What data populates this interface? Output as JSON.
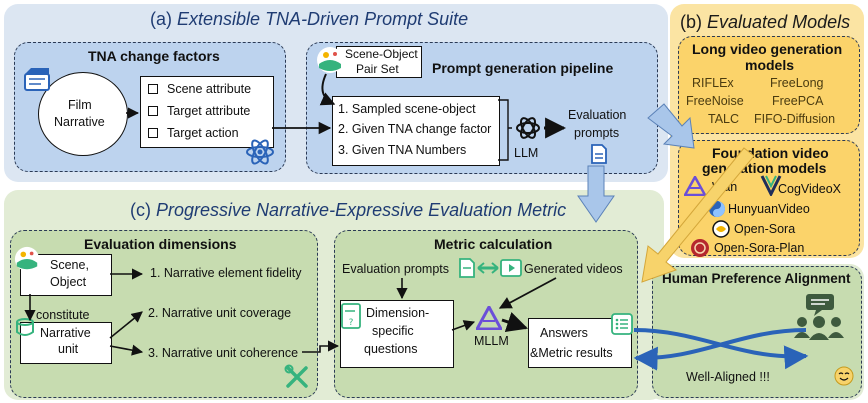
{
  "section_a": {
    "title_prefix": "(a)",
    "title": "Extensible TNA-Driven Prompt Suite",
    "tna_box": {
      "title": "TNA change factors",
      "source_line1": "Film",
      "source_line2": "Narrative",
      "factors": [
        "Scene attribute",
        "Target attribute",
        "Target action"
      ]
    },
    "pipeline_box": {
      "title": "Prompt generation pipeline",
      "pair_set_line1": "Scene-Object",
      "pair_set_line2": "Pair Set",
      "steps": [
        "1. Sampled scene-object",
        "2. Given TNA change factor",
        "3. Given TNA Numbers"
      ],
      "llm_label": "LLM",
      "output_line1": "Evaluation",
      "output_line2": "prompts"
    }
  },
  "section_b": {
    "title_prefix": "(b)",
    "title": "Evaluated  Models",
    "long_video": {
      "title_line1": "Long video generation",
      "title_line2": "models",
      "models": [
        "RIFLEx",
        "FreeLong",
        "FreeNoise",
        "FreePCA",
        "TALC",
        "FIFO-Diffusion"
      ]
    },
    "foundation": {
      "title_line1": "Foundation video",
      "title_line2": "generation models",
      "models": [
        "Wan",
        "CogVideoX",
        "HunyuanVideo",
        "Open-Sora",
        "Open-Sora-Plan"
      ]
    }
  },
  "section_c": {
    "title_prefix": "(c)",
    "title": "Progressive Narrative-Expressive Evaluation Metric",
    "dimensions_box": {
      "title": "Evaluation dimensions",
      "scene_line1": "Scene,",
      "scene_line2": "Object",
      "constitute": "constitute",
      "unit_line1": "Narrative",
      "unit_line2": "unit",
      "dims": [
        "1. Narrative element fidelity",
        "2. Narrative unit coverage",
        "3. Narrative unit coherence"
      ]
    },
    "metric_box": {
      "title": "Metric calculation",
      "eval_prompts": "Evaluation prompts",
      "generated_videos": "Generated videos",
      "questions_line1": "Dimension-",
      "questions_line2": "specific",
      "questions_line3": "questions",
      "mllm_label": "MLLM",
      "answers_line1": "Answers",
      "answers_line2": "&Metric results"
    }
  },
  "human_box": {
    "title": "Human Preference Alignment",
    "aligned": "Well-Aligned !!!"
  },
  "colors": {
    "panel_blue": "#dce6f2",
    "panel_gold": "#fbe4a3",
    "panel_green": "#e2ecd5",
    "inner_blue": "#bdd3ee",
    "inner_gold": "#fbd36a",
    "inner_green": "#c7dcb0",
    "arrow_fill": "#a9c6ea",
    "arrow_gold": "#f7d36b",
    "icon_green": "#36b37e",
    "icon_blue": "#2a63b8"
  }
}
